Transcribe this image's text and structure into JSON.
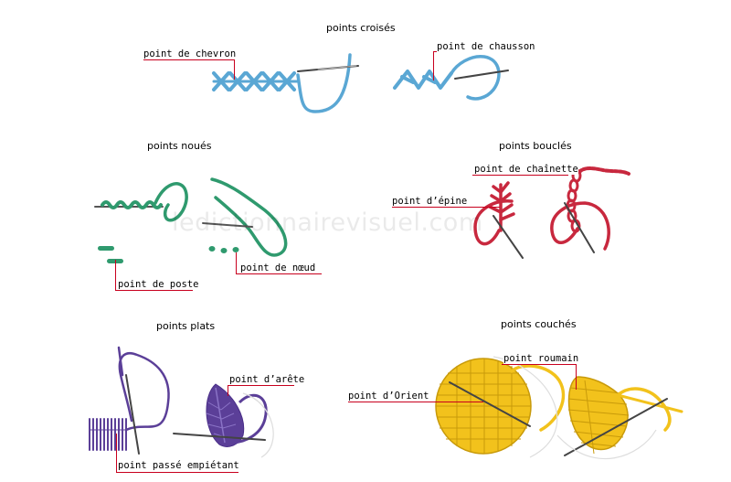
{
  "sections": {
    "cross": {
      "title": "points croisés"
    },
    "knotted": {
      "title": "points noués"
    },
    "looped": {
      "title": "points bouclés"
    },
    "flat": {
      "title": "points plats"
    },
    "couching": {
      "title": "points couchés"
    }
  },
  "labels": {
    "chevron": "point de chevron",
    "chausson": "point de chausson",
    "chainette": "point de chaînette",
    "epine": "point d’épine",
    "poste": "point de poste",
    "noeud": "point de nœud",
    "arete": "point d’arête",
    "passe": "point passé empiétant",
    "roumain": "point roumain",
    "orient": "point d’Orient"
  },
  "watermark": "ledictionnairevisuel.com",
  "colors": {
    "cross": "#5aa7d4",
    "knotted": "#2f9a6e",
    "looped": "#c8283e",
    "flat": "#5b3f98",
    "couching": "#f2c21c",
    "leader": "#c8001e"
  }
}
